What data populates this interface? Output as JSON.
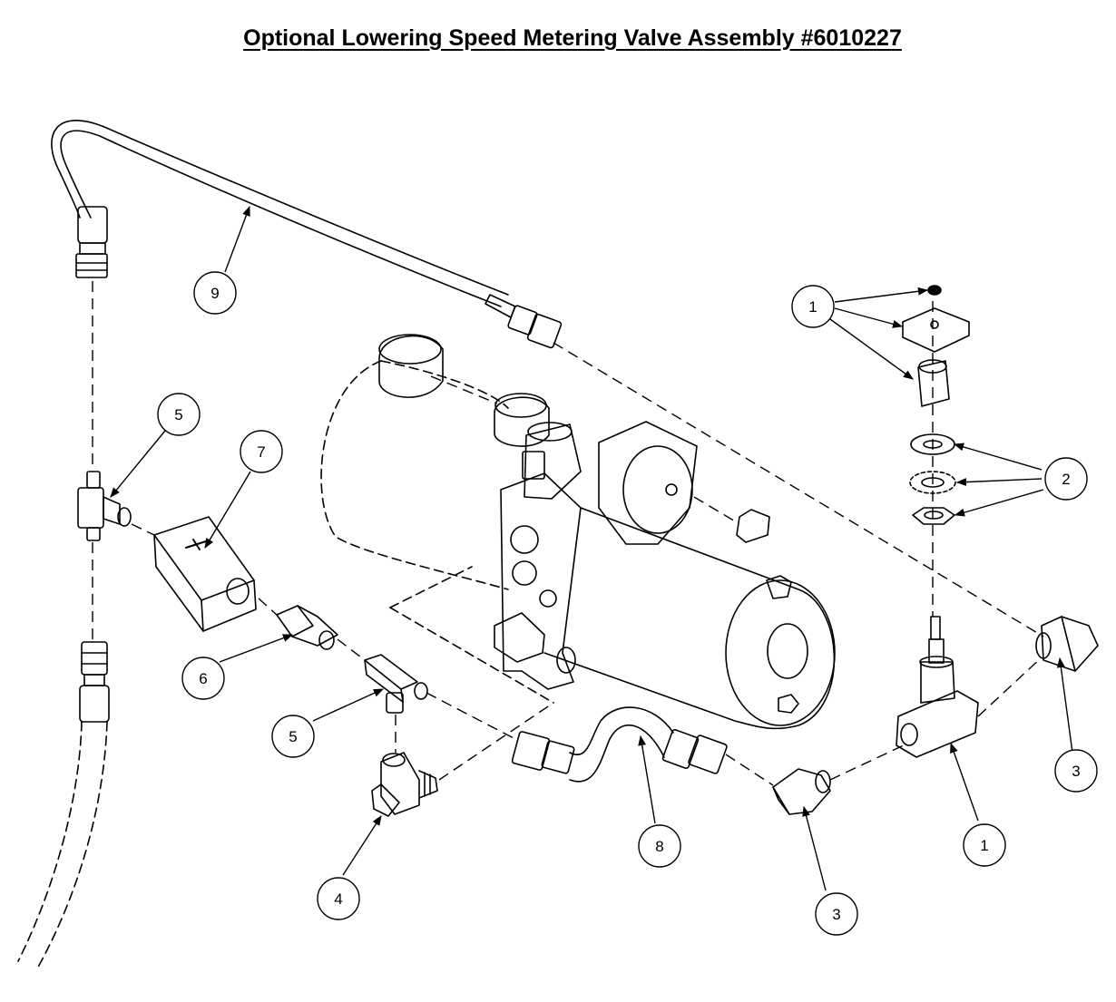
{
  "title": "Optional Lowering Speed Metering Valve Assembly #6010227",
  "callouts": [
    {
      "id": "c9",
      "label": "9"
    },
    {
      "id": "c1a",
      "label": "1"
    },
    {
      "id": "c5a",
      "label": "5"
    },
    {
      "id": "c7",
      "label": "7"
    },
    {
      "id": "c2",
      "label": "2"
    },
    {
      "id": "c6",
      "label": "6"
    },
    {
      "id": "c5b",
      "label": "5"
    },
    {
      "id": "c3a",
      "label": "3"
    },
    {
      "id": "c8",
      "label": "8"
    },
    {
      "id": "c1b",
      "label": "1"
    },
    {
      "id": "c4",
      "label": "4"
    },
    {
      "id": "c3b",
      "label": "3"
    }
  ],
  "parts": [
    "hose-9",
    "tee-fitting-5",
    "check-valve-7",
    "adapter-6",
    "tee-fitting-5",
    "swivel-elbow-4",
    "hose-8",
    "elbow-3",
    "metering-valve-1",
    "knob-1",
    "washer-2",
    "lock-washer-2",
    "jam-nut-2",
    "elbow-3",
    "hydraulic-power-unit"
  ]
}
